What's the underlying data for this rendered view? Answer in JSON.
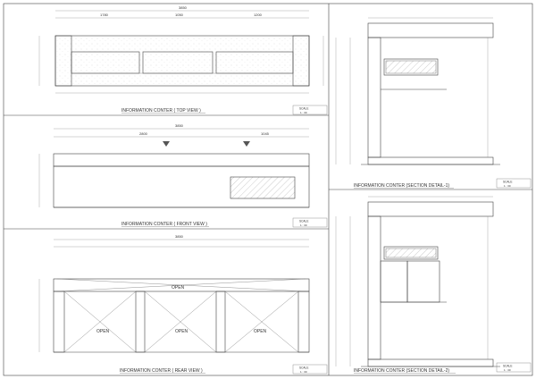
{
  "sheet": {
    "panel_titles": {
      "top_view": "INFORMATION CONTER ( TOP VIEW )",
      "front_view": "INFORMATION CONTER ( FRONT VIEW )",
      "rear_view": "INFORMATION CONTER ( REAR VIEW )",
      "section_1": "INFORMATION CONTER (SECTION DETAIL-1)",
      "section_2": "INFORMATION CONTER (SECTION DETAIL-2)"
    },
    "scale_label": "SCALE",
    "scale_value": "1 : 30",
    "open_label": "OPEN"
  },
  "dims": {
    "top_overall": "3850",
    "top_a": "1780",
    "top_b": "1050",
    "top_c": "1200",
    "front_overall": "3850",
    "front_a": "2800",
    "front_b": "1045",
    "rear_overall": "3850"
  },
  "annotations": {
    "top_note": "",
    "front_note_left": "",
    "front_note_right": "",
    "rear_note": "",
    "sec1_note_top": "",
    "sec1_note_bottom": "",
    "sec2_note_top": "",
    "sec2_note_bottom": ""
  }
}
